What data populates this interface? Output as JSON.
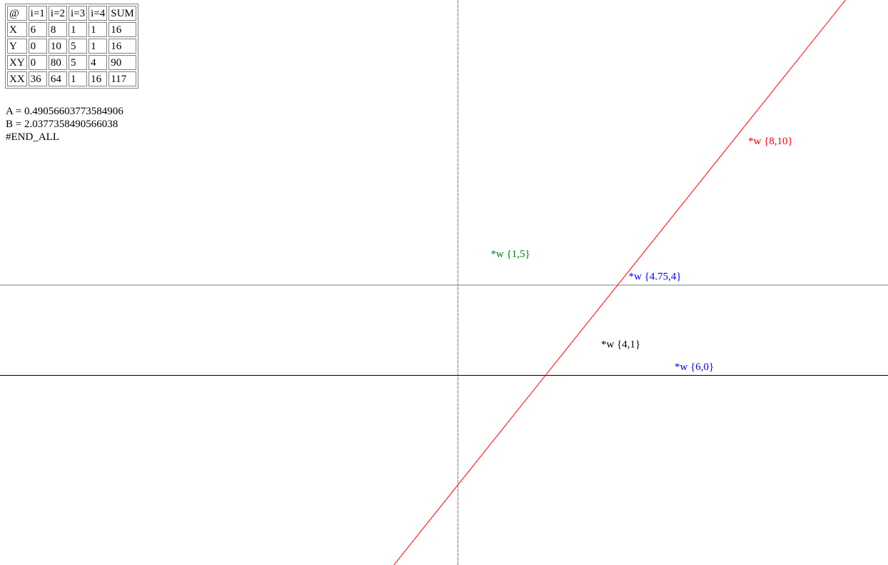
{
  "table": {
    "header": [
      "@",
      "i=1",
      "i=2",
      "i=3",
      "i=4",
      "SUM"
    ],
    "rows": [
      [
        "X",
        "6",
        "8",
        "1",
        "1",
        "16"
      ],
      [
        "Y",
        "0",
        "10",
        "5",
        "1",
        "16"
      ],
      [
        "XY",
        "0",
        "80",
        "5",
        "4",
        "90"
      ],
      [
        "XX",
        "36",
        "64",
        "1",
        "16",
        "117"
      ]
    ]
  },
  "results": {
    "a_line": "A = 0.49056603773584906",
    "b_line": "B = 2.0377358490566038",
    "end_line": "#END_ALL"
  },
  "chart_data": {
    "type": "scatter",
    "title": "",
    "xlabel": "",
    "ylabel": "",
    "grid": false,
    "points": [
      {
        "x": 8,
        "y": 10,
        "label": "*w {8,10}",
        "color": "#ff0000"
      },
      {
        "x": 1,
        "y": 5,
        "label": "*w {1,5}",
        "color": "#008000"
      },
      {
        "x": 4.75,
        "y": 4,
        "label": "*w {4.75,4}",
        "color": "#0000ff"
      },
      {
        "x": 4,
        "y": 1,
        "label": "*w {4,1}",
        "color": "#000000"
      },
      {
        "x": 6,
        "y": 0,
        "label": "*w {6,0}",
        "color": "#0000ff"
      }
    ],
    "fit_line": {
      "slope": 2.0377358490566038,
      "intercept": -4.886792452830188,
      "color": "#ff0000"
    },
    "colors": {
      "x_axis": "#000000",
      "y_axis": "#808080",
      "mean_line": "#808080"
    }
  }
}
